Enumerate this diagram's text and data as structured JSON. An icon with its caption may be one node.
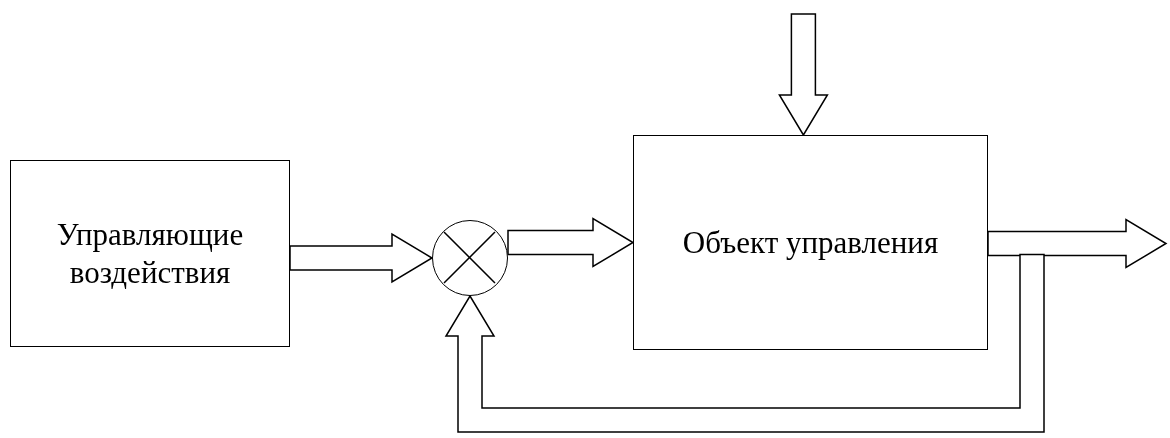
{
  "diagram": {
    "nodes": [
      {
        "text": [
          "Управляющие воздействия"
        ]
      },
      {
        "text": [],
        "shape": "circle"
      },
      {
        "text": [
          "Объект управления"
        ]
      }
    ],
    "edges": [
      {
        "from": 0,
        "to": 1,
        "arrow": "to"
      },
      {
        "from": 1,
        "to": 2,
        "arrow": "to"
      },
      {
        "from": null,
        "to": 2,
        "arrow": "to"
      },
      {
        "from": 2,
        "to": null,
        "arrow": "to"
      },
      {
        "from": 2,
        "to": 1,
        "arrow": "to"
      }
    ]
  }
}
